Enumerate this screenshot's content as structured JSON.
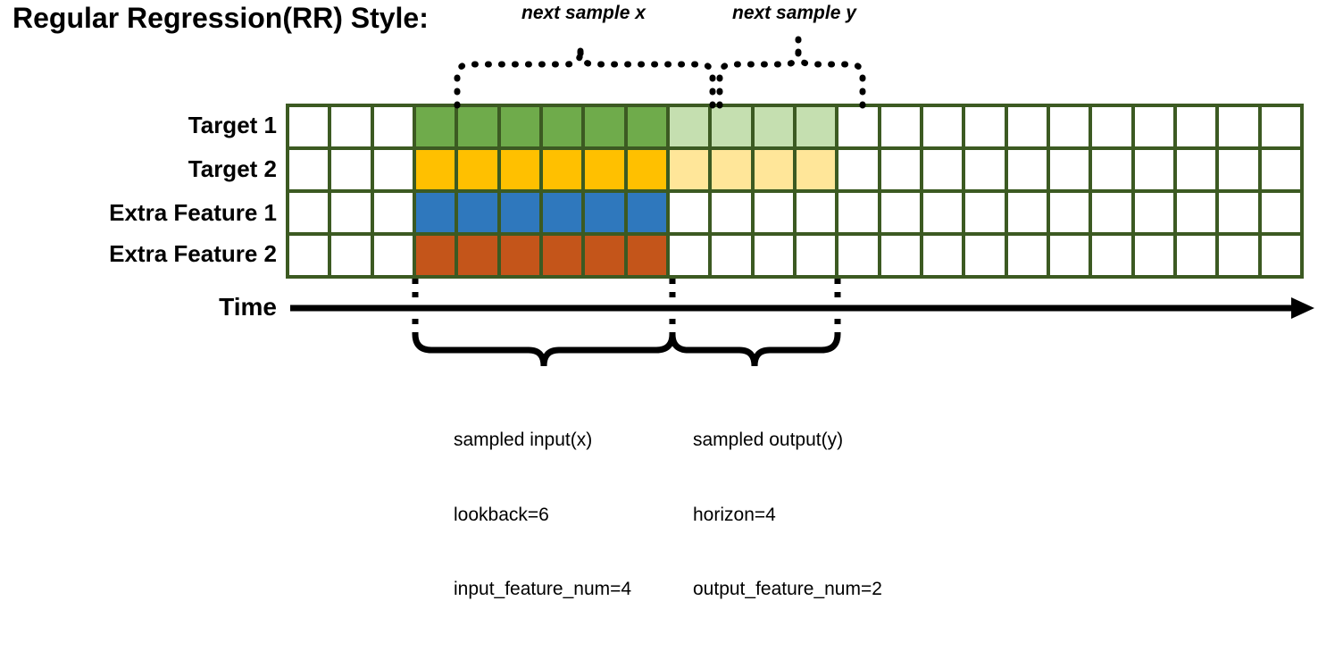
{
  "title": "Regular Regression(RR) Style:",
  "annotations": {
    "next_sample_x": "next sample x",
    "next_sample_y": "next sample y"
  },
  "rows": [
    {
      "label": "Target 1",
      "key": "target-1"
    },
    {
      "label": "Target 2",
      "key": "target-2"
    },
    {
      "label": "Extra Feature 1",
      "key": "extra-feature-1"
    },
    {
      "label": "Extra Feature 2",
      "key": "extra-feature-2"
    }
  ],
  "time_axis": {
    "label": "Time"
  },
  "captions": {
    "input": {
      "line1": "sampled input(x)",
      "line2": "lookback=6",
      "line3": "input_feature_num=4"
    },
    "output": {
      "line1": "sampled output(y)",
      "line2": "horizon=4",
      "line3": "output_feature_num=2"
    }
  },
  "colors": {
    "grid_border": "#3c5a22",
    "empty": "#ffffff",
    "target1_dark": "#6fab4b",
    "target1_light": "#c5dfb0",
    "target2_dark": "#ffc000",
    "target2_light": "#ffe699",
    "extra1": "#2f78bd",
    "extra2": "#c4551a",
    "line": "#000000"
  },
  "grid": {
    "columns": 24,
    "rows": 4,
    "leading_empty": 3,
    "input_span": 6,
    "output_span": 4,
    "cell_fills": [
      [
        "empty",
        "empty",
        "empty",
        "target1_dark",
        "target1_dark",
        "target1_dark",
        "target1_dark",
        "target1_dark",
        "target1_dark",
        "target1_light",
        "target1_light",
        "target1_light",
        "target1_light",
        "empty",
        "empty",
        "empty",
        "empty",
        "empty",
        "empty",
        "empty",
        "empty",
        "empty",
        "empty",
        "empty"
      ],
      [
        "empty",
        "empty",
        "empty",
        "target2_dark",
        "target2_dark",
        "target2_dark",
        "target2_dark",
        "target2_dark",
        "target2_dark",
        "target2_light",
        "target2_light",
        "target2_light",
        "target2_light",
        "empty",
        "empty",
        "empty",
        "empty",
        "empty",
        "empty",
        "empty",
        "empty",
        "empty",
        "empty",
        "empty"
      ],
      [
        "empty",
        "empty",
        "empty",
        "extra1",
        "extra1",
        "extra1",
        "extra1",
        "extra1",
        "extra1",
        "empty",
        "empty",
        "empty",
        "empty",
        "empty",
        "empty",
        "empty",
        "empty",
        "empty",
        "empty",
        "empty",
        "empty",
        "empty",
        "empty",
        "empty"
      ],
      [
        "empty",
        "empty",
        "empty",
        "extra2",
        "extra2",
        "extra2",
        "extra2",
        "extra2",
        "extra2",
        "empty",
        "empty",
        "empty",
        "empty",
        "empty",
        "empty",
        "empty",
        "empty",
        "empty",
        "empty",
        "empty",
        "empty",
        "empty",
        "empty",
        "empty"
      ]
    ]
  }
}
